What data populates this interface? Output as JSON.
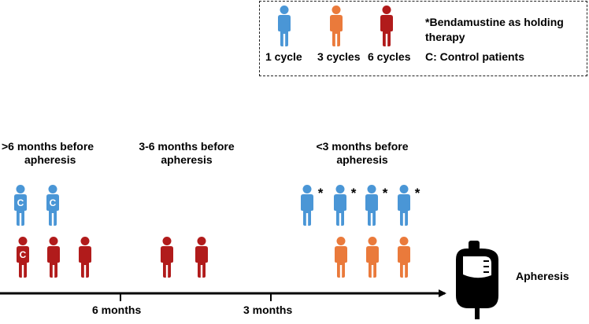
{
  "colors": {
    "one_cycle": "#4a96d6",
    "three_cycles": "#ea7a3b",
    "six_cycles": "#b11b1b",
    "bag": "#000000"
  },
  "legend": {
    "items": [
      {
        "label": "1 cycle",
        "color_key": "one_cycle",
        "icon": "person-icon"
      },
      {
        "label": "3 cycles",
        "color_key": "three_cycles",
        "icon": "person-icon"
      },
      {
        "label": "6 cycles",
        "color_key": "six_cycles",
        "icon": "person-icon"
      }
    ],
    "note_marker": "*",
    "note_text": "Bendamustine as holding therapy",
    "control_text": "C: Control patients"
  },
  "timeline": {
    "periods": [
      {
        "line1": ">6 months before",
        "line2": "apheresis"
      },
      {
        "line1": "3-6 months before",
        "line2": "apheresis"
      },
      {
        "line1": "<3 months before",
        "line2": "apheresis"
      }
    ],
    "ticks": [
      "6 months",
      "3 months"
    ],
    "endpoint_label": "Apheresis",
    "endpoint_icon": "blood-bag-icon"
  },
  "patients": {
    "over_6_months": [
      {
        "cycles": "1 cycle",
        "control_mark": "C",
        "holding": false
      },
      {
        "cycles": "1 cycle",
        "control_mark": "C",
        "holding": false
      },
      {
        "cycles": "6 cycles",
        "control_mark": "C",
        "holding": false
      },
      {
        "cycles": "6 cycles",
        "control_mark": "",
        "holding": false
      },
      {
        "cycles": "6 cycles",
        "control_mark": "",
        "holding": false
      }
    ],
    "three_to_6_months": [
      {
        "cycles": "6 cycles",
        "control_mark": "",
        "holding": false
      },
      {
        "cycles": "6 cycles",
        "control_mark": "",
        "holding": false
      }
    ],
    "under_3_months": [
      {
        "cycles": "1 cycle",
        "control_mark": "",
        "holding": true,
        "holding_mark": "*"
      },
      {
        "cycles": "1 cycle",
        "control_mark": "",
        "holding": true,
        "holding_mark": "*"
      },
      {
        "cycles": "1 cycle",
        "control_mark": "",
        "holding": true,
        "holding_mark": "*"
      },
      {
        "cycles": "1 cycle",
        "control_mark": "",
        "holding": true,
        "holding_mark": "*"
      },
      {
        "cycles": "3 cycles",
        "control_mark": "",
        "holding": false
      },
      {
        "cycles": "3 cycles",
        "control_mark": "",
        "holding": false
      },
      {
        "cycles": "3 cycles",
        "control_mark": "",
        "holding": false
      }
    ]
  }
}
